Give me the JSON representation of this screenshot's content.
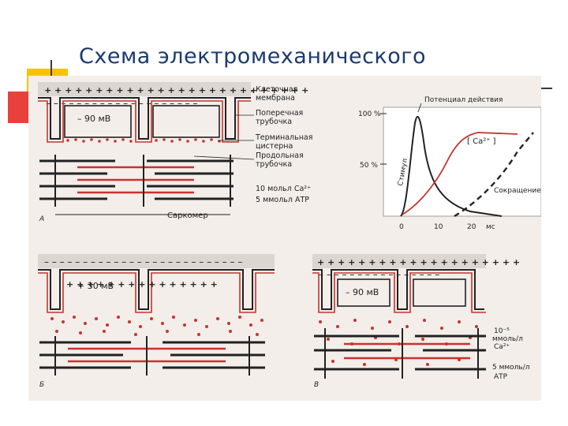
{
  "slide": {
    "title": "Схема электромеханического",
    "accent_colors": {
      "yellow": "#f5c400",
      "red": "#e8403a",
      "text": "#1b3a6e"
    }
  },
  "panel_a": {
    "potential": "– 90 мВ",
    "labels": {
      "membrane_1": "Клеточная",
      "membrane_2": "мембрана",
      "t_tubule_1": "Поперечная",
      "t_tubule_2": "трубочка",
      "cistern_1": "Терминальная",
      "cistern_2": "цистерна",
      "long_1": "Продольная",
      "long_2": "трубочка",
      "ca": "10 мольл Ca²⁺",
      "atp": "5 ммольл АТР",
      "sarcomere": "Саркомер"
    },
    "letter": "А"
  },
  "graph": {
    "y_ticks": [
      "100 %",
      "50 %"
    ],
    "x_ticks": [
      "0",
      "10",
      "20",
      "мс"
    ],
    "action_potential": "Потенциал действия",
    "stimulus": "Стимул",
    "calcium": "[ Ca²⁺ ]",
    "contraction": "Сокращение"
  },
  "panel_b": {
    "potential": "+ 30 мВ",
    "letter": "Б"
  },
  "panel_c": {
    "potential": "– 90 мВ",
    "ca_1": "10⁻⁵",
    "ca_2": "ммоль/л",
    "ca_3": "Ca²⁺",
    "atp_1": "5 ммоль/л",
    "atp_2": "АТР",
    "letter": "В"
  }
}
